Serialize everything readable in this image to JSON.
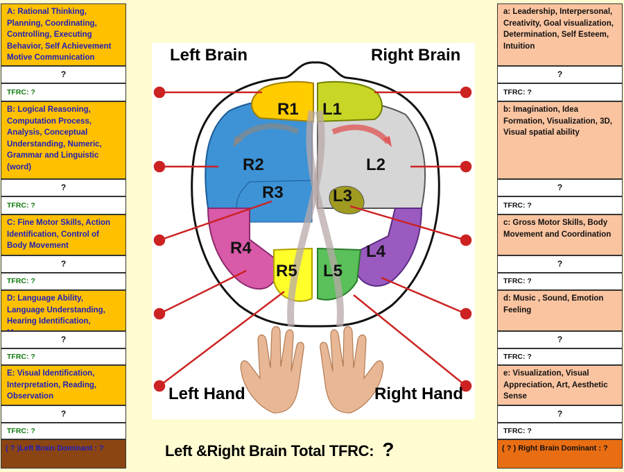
{
  "left_column": [
    {
      "desc": "A: Rational Thinking, Planning, Coordinating, Controlling, Executing Behavior, Self Achievement Motive Communication",
      "answer": "?",
      "tfrc": "TFRC: ?"
    },
    {
      "desc": "B: Logical Reasoning, Computation Process, Analysis, Conceptual Understanding, Numeric, Grammar and Linguistic (word)",
      "answer": "?",
      "tfrc": "TFRC: ?"
    },
    {
      "desc": "C: Fine Motor Skills, Action Identification, Control of Body Movement",
      "answer": "?",
      "tfrc": "TFRC: ?"
    },
    {
      "desc": "D: Language Ability, Language Understanding, Hearing Identification, Memory",
      "answer": "?",
      "tfrc": "TFRC: ?"
    },
    {
      "desc": "E: Visual Identification, Interpretation, Reading, Observation",
      "answer": "?",
      "tfrc": "TFRC: ?"
    }
  ],
  "left_dominant": "( ? )Left Brain Dominant : ?",
  "right_column": [
    {
      "desc": "a: Leadership, Interpersonal, Creativity, Goal visualization, Determination, Self Esteem, Intuition",
      "answer": "?",
      "tfrc": "TFRC: ?"
    },
    {
      "desc": "b: Imagination, Idea Formation, Visualization, 3D, Visual spatial ability",
      "answer": "?",
      "tfrc": "TFRC: ?"
    },
    {
      "desc": "c: Gross Motor Skills, Body Movement and Coordination",
      "answer": "?",
      "tfrc": "TFRC: ?"
    },
    {
      "desc": "d: Music , Sound, Emotion Feeling",
      "answer": "?",
      "tfrc": "TFRC: ?"
    },
    {
      "desc": "e: Visualization, Visual Appreciation, Art, Aesthetic Sense",
      "answer": "?",
      "tfrc": "TFRC: ?"
    }
  ],
  "right_dominant": "( ? ) Right Brain Dominant : ?",
  "diagram": {
    "left_brain": "Left Brain",
    "right_brain": "Right Brain",
    "left_hand": "Left Hand",
    "right_hand": "Right Hand",
    "regions": [
      "R1",
      "R2",
      "R3",
      "R4",
      "R5",
      "L1",
      "L2",
      "L3",
      "L4",
      "L5"
    ]
  },
  "total": {
    "label": "Left &Right Brain Total TFRC:",
    "value": "?"
  },
  "colors": {
    "left_desc": "#ffc000",
    "right_desc": "#fbc4a0",
    "left_dominant": "#8b4513",
    "right_dominant": "#e96d12",
    "line": "#cc2222",
    "background": "#fffcd2"
  }
}
